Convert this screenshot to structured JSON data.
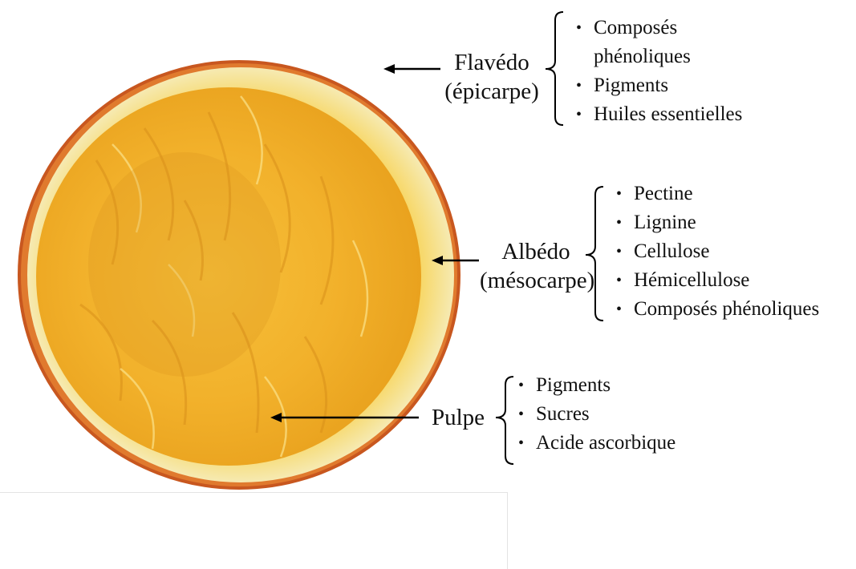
{
  "diagram": {
    "labels": [
      {
        "id": "flavedo",
        "line1": "Flavédo",
        "line2": "(épicarpe)",
        "items": [
          "Composés phénoliques",
          "Pigments",
          "Huiles essentielles"
        ]
      },
      {
        "id": "albedo",
        "line1": "Albédo",
        "line2": "(mésocarpe)",
        "items": [
          "Pectine",
          "Lignine",
          "Cellulose",
          "Hémicellulose",
          "Composés phénoliques"
        ]
      },
      {
        "id": "pulpe",
        "line1": "Pulpe",
        "line2": "",
        "items": [
          "Pigments",
          "Sucres",
          "Acide ascorbique"
        ]
      }
    ],
    "colors": {
      "rind": "#d8692a",
      "albedo": "#f4e7a6",
      "pulp": "#f3b528",
      "pulp_dark": "#e09a18",
      "text": "#111111"
    }
  }
}
